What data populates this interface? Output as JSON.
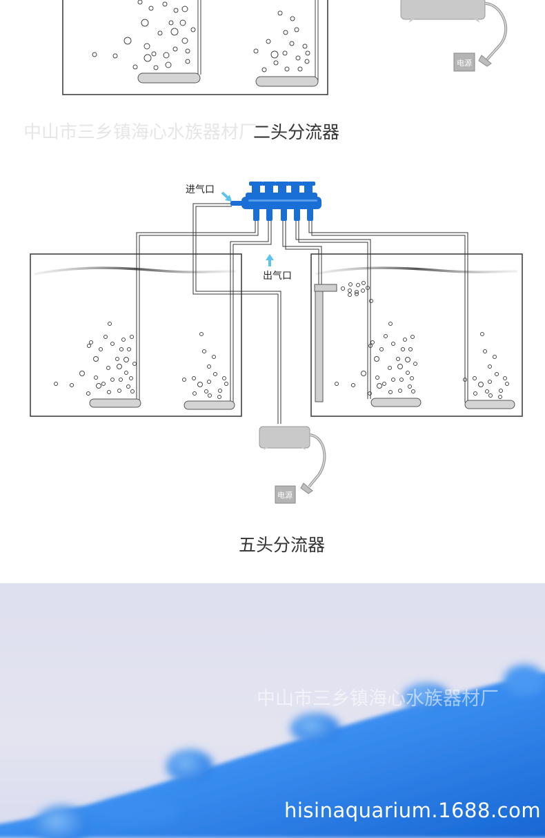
{
  "watermark": {
    "company": "中山市三乡镇海心水族器材厂",
    "site": "hisinaquarium.1688.com"
  },
  "section_two": {
    "title": "二头分流器",
    "power_label": "电源"
  },
  "section_five": {
    "title": "五头分流器",
    "air_in_label": "进气口",
    "air_out_label": "出气口",
    "power_label": "电源"
  },
  "colors": {
    "splitter_blue": "#1a6fd6",
    "arrow_blue": "#5ec3ee",
    "pump_gray": "#c8c8c8",
    "tank_outline": "#333333"
  }
}
